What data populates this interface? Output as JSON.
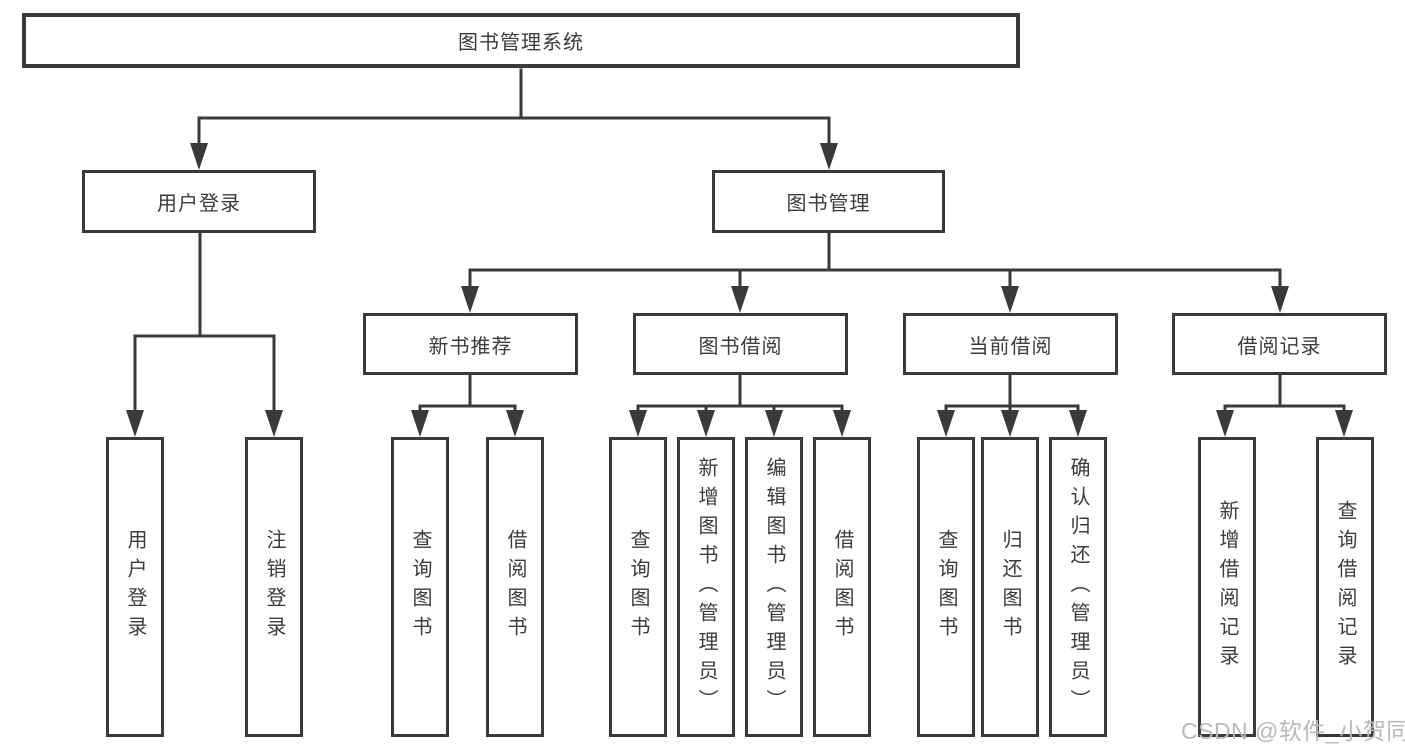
{
  "nodes": {
    "root": "图书管理系统",
    "user_login": "用户登录",
    "book_management": "图书管理",
    "new_book_recommend": "新书推荐",
    "book_borrow": "图书借阅",
    "current_borrow": "当前借阅",
    "borrow_record": "借阅记录",
    "leaf_user_login": "用户登录",
    "leaf_logout_login": "注销登录",
    "leaf_query_book_recommend": "查询图书",
    "leaf_borrow_book_recommend": "借阅图书",
    "leaf_query_book_borrow": "查询图书",
    "leaf_add_book_admin": "新增图书（管理员）",
    "leaf_edit_book_admin": "编辑图书（管理员）",
    "leaf_borrow_book_borrow": "借阅图书",
    "leaf_query_book_current": "查询图书",
    "leaf_return_book": "归还图书",
    "leaf_confirm_return_admin": "确认归还（管理员）",
    "leaf_add_borrow_record": "新增借阅记录",
    "leaf_query_borrow_record": "查询借阅记录"
  },
  "hierarchy": {
    "图书管理系统": [
      "用户登录",
      "图书管理"
    ],
    "用户登录": [
      "用户登录",
      "注销登录"
    ],
    "图书管理": [
      "新书推荐",
      "图书借阅",
      "当前借阅",
      "借阅记录"
    ],
    "新书推荐": [
      "查询图书",
      "借阅图书"
    ],
    "图书借阅": [
      "查询图书",
      "新增图书（管理员）",
      "编辑图书（管理员）",
      "借阅图书"
    ],
    "当前借阅": [
      "查询图书",
      "归还图书",
      "确认归还（管理员）"
    ],
    "借阅记录": [
      "新增借阅记录",
      "查询借阅记录"
    ]
  },
  "watermark": "CSDN @软件_小贺同学",
  "colors": {
    "line": "#3a3a3c",
    "text": "#3c3c3e",
    "watermark": "#b7b9bb",
    "background": "#ffffff"
  }
}
